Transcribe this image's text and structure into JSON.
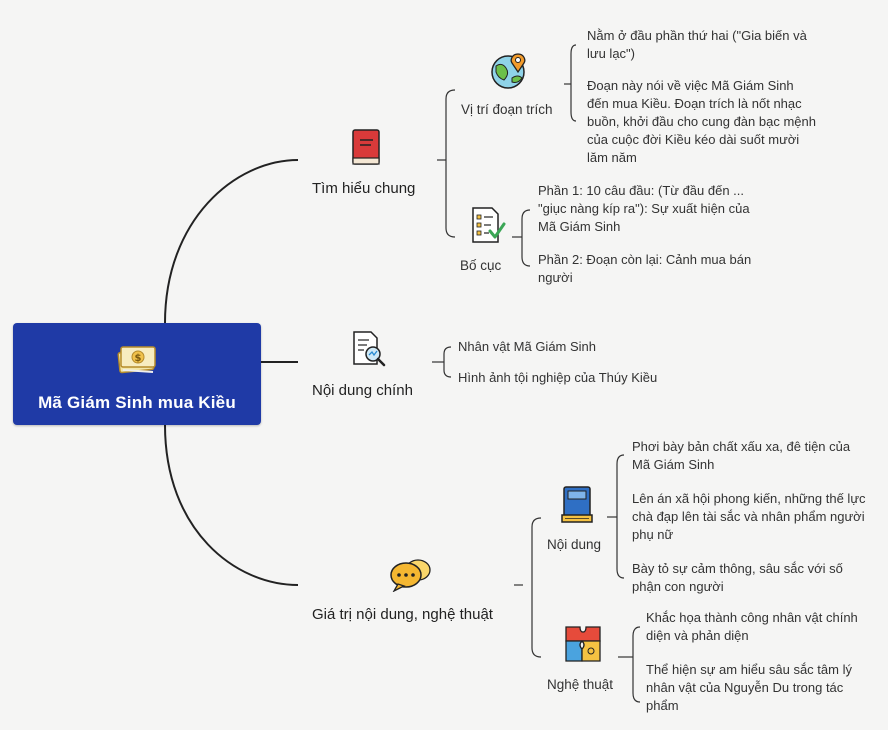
{
  "root": {
    "title": "Mã Giám Sinh mua Kiều",
    "icon": "money-icon"
  },
  "branches": [
    {
      "label": "Tìm hiểu chung",
      "icon": "book-icon",
      "children": [
        {
          "label": "Vị trí đoạn trích",
          "icon": "map-pin-globe-icon",
          "leaves": [
            "Nằm ở đầu phần thứ hai (\"Gia biến và lưu lạc\")",
            "Đoạn này nói về việc Mã Giám Sinh đến mua Kiều. Đoạn trích là nốt nhạc buồn, khởi đầu cho cung đàn bạc mệnh của cuộc đời Kiều kéo dài suốt mười lăm năm"
          ]
        },
        {
          "label": "Bố cục",
          "icon": "checklist-icon",
          "leaves": [
            "Phần 1: 10 câu đầu: (Từ đầu đến ... \"giục nàng kíp ra\"): Sự xuất hiện của Mã Giám Sinh",
            "Phần 2: Đoạn còn lại: Cảnh mua bán người"
          ]
        }
      ]
    },
    {
      "label": "Nội dung chính",
      "icon": "document-search-icon",
      "leaves": [
        "Nhân vật Mã Giám Sinh",
        "Hình ảnh tội nghiệp của Thúy Kiều"
      ]
    },
    {
      "label": "Giá trị nội dung, nghệ thuật",
      "icon": "chat-bubbles-icon",
      "children": [
        {
          "label": "Nội dung",
          "icon": "blue-book-icon",
          "leaves": [
            "Phơi bày bản chất xấu xa, đê tiện của Mã Giám Sinh",
            "Lên án xã hội phong kiến, những thế lực chà đạp lên tài sắc và nhân phẩm người phụ nữ",
            "Bày tỏ sự cảm thông, sâu sắc với số phận con người"
          ]
        },
        {
          "label": "Nghệ thuật",
          "icon": "puzzle-icon",
          "leaves": [
            "Khắc họa thành công nhân vật chính diện và phản diện",
            "Thể hiện sự am hiểu sâu sắc tâm lý nhân vật của Nguyễn Du trong tác phẩm"
          ]
        }
      ]
    }
  ]
}
